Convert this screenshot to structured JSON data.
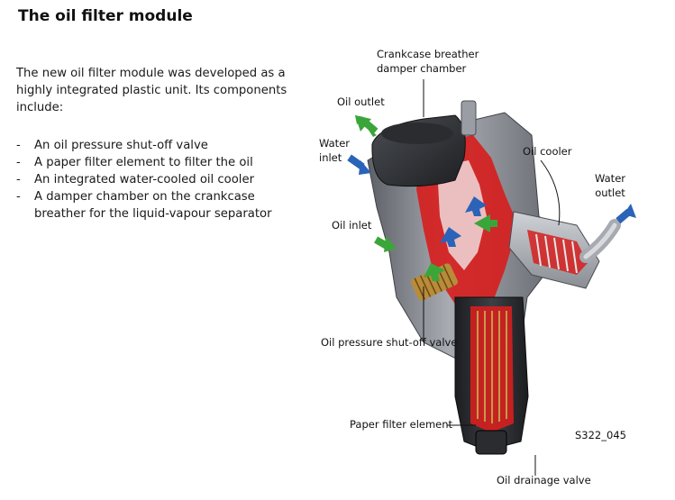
{
  "title": "The oil filter module",
  "intro": "The new oil filter module was developed as a highly integrated plastic unit. Its components include:",
  "components": [
    "An oil pressure shut-off valve",
    "A paper filter element to filter the oil",
    "An integrated water-cooled oil cooler",
    "A damper chamber on the crankcase breather for the liquid-vapour separator"
  ],
  "bullet_marker": "-",
  "figure": {
    "labels": {
      "crankcase": "Crankcase breather\ndamper chamber",
      "oil_outlet": "Oil outlet",
      "water_inlet": "Water\ninlet",
      "oil_cooler": "Oil cooler",
      "water_outlet": "Water\noutlet",
      "oil_inlet": "Oil inlet",
      "shutoff_valve": "Oil pressure shut-off valve",
      "paper_filter": "Paper filter element",
      "drainage_valve": "Oil drainage valve",
      "figure_code": "S322_045"
    },
    "colors": {
      "oil_arrow": "#3aa63a",
      "water_arrow": "#2a63b8",
      "section_cut": "#d61f1f",
      "housing": "#8c9096"
    }
  }
}
